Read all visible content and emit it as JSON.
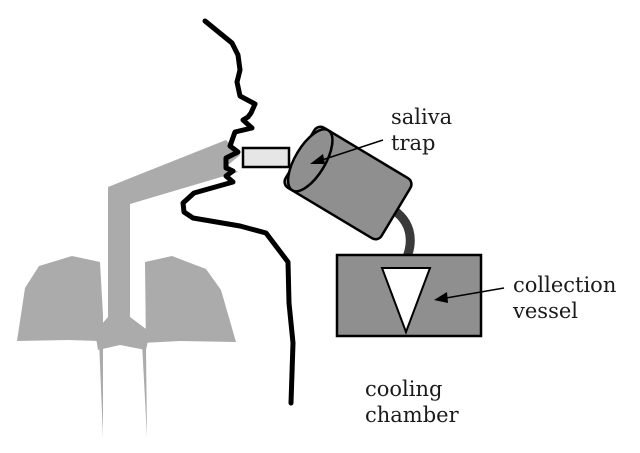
{
  "labels": {
    "saliva_trap": [
      "saliva",
      "trap"
    ],
    "collection_vessel": [
      "collection",
      "vessel"
    ],
    "cooling_chamber": [
      "cooling",
      "chamber"
    ]
  },
  "colors": {
    "lung_gray": "#ababab",
    "device_gray": "#8f8f8f",
    "outline": "#000000",
    "mouthpiece": "#e6e6e6",
    "background": "#ffffff"
  }
}
